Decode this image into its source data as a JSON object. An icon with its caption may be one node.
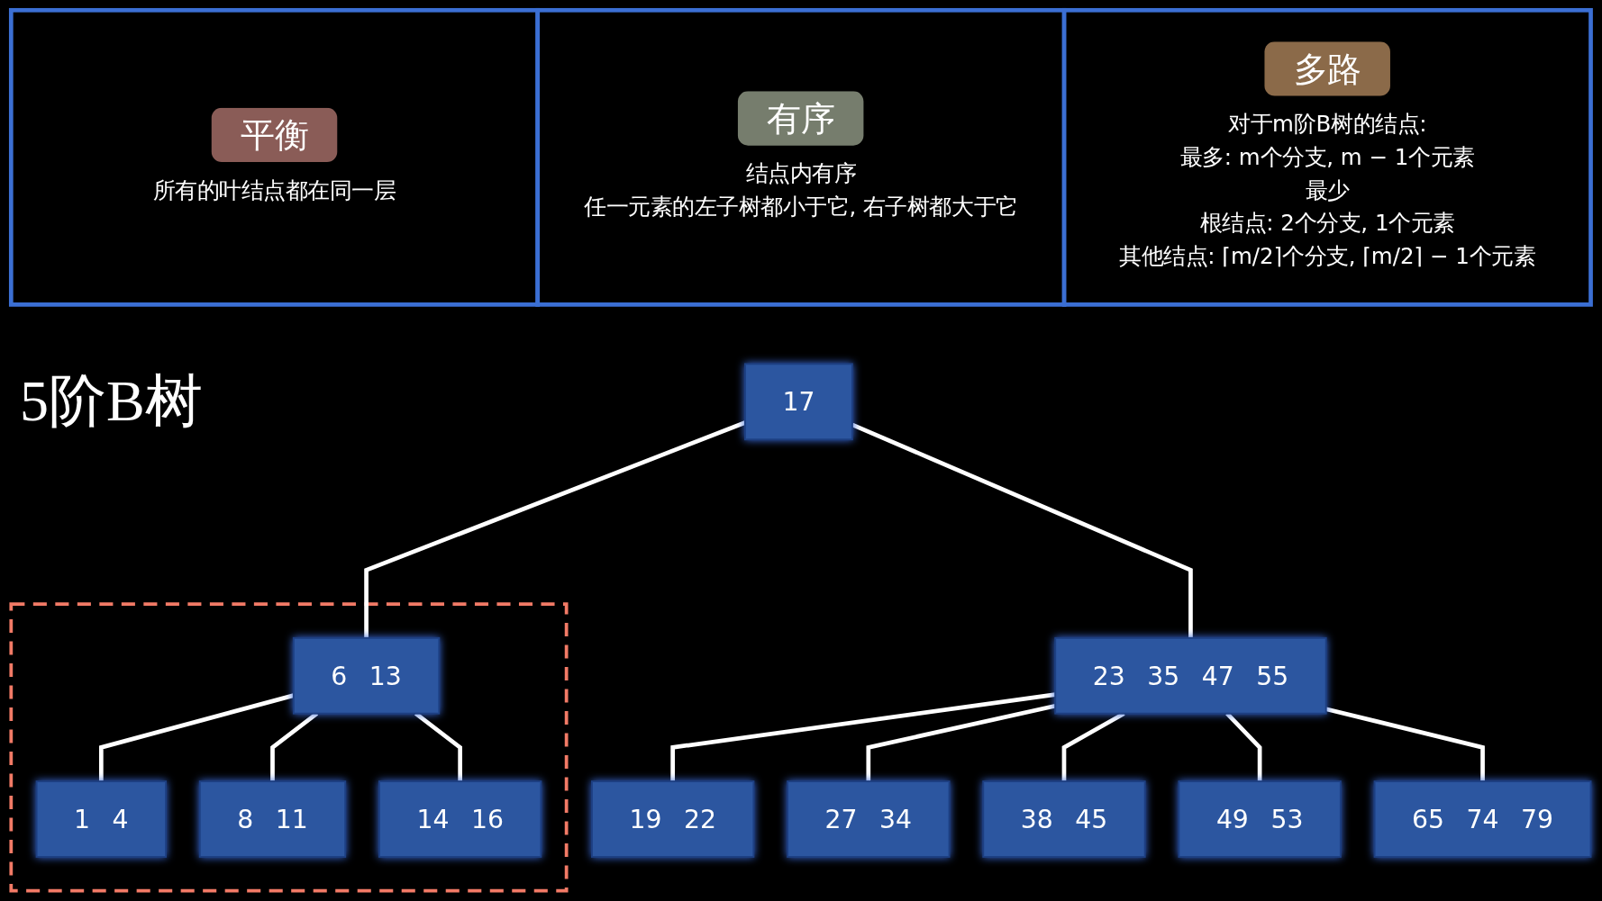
{
  "diagram": {
    "title": "5阶B树",
    "nodes": [
      {
        "text": [
          "平衡",
          "所有的叶结点都在同一层"
        ]
      },
      {
        "text": [
          "有序",
          "结点内有序",
          "任一元素的左子树都小于它, 右子树都大于它"
        ]
      },
      {
        "text": [
          "多路",
          "对于m阶B树的结点:",
          "最多: m个分支, m − 1个元素",
          "最少",
          "根结点: 2个分支, 1个元素",
          "其他结点: ⌈m/2⌉个分支, ⌈m/2⌉ − 1个元素"
        ]
      },
      {
        "text": [
          "17"
        ]
      },
      {
        "text": [],
        "shape": "box"
      },
      {
        "text": [
          "6 13"
        ],
        "in": 4
      },
      {
        "text": [
          "23 35 47 55"
        ]
      },
      {
        "text": [
          "1 4"
        ],
        "in": 4
      },
      {
        "text": [
          "8 11"
        ],
        "in": 4
      },
      {
        "text": [
          "14 16"
        ],
        "in": 4
      },
      {
        "text": [
          "19 22"
        ]
      },
      {
        "text": [
          "27 34"
        ]
      },
      {
        "text": [
          "38 45"
        ]
      },
      {
        "text": [
          "49 53"
        ]
      },
      {
        "text": [
          "65 74 79"
        ]
      }
    ],
    "edges": [
      {
        "from": 3,
        "to": 5,
        "arrow": "none"
      },
      {
        "from": 3,
        "to": 6,
        "arrow": "none"
      },
      {
        "from": 5,
        "to": 7,
        "arrow": "none"
      },
      {
        "from": 5,
        "to": 8,
        "arrow": "none"
      },
      {
        "from": 5,
        "to": 9,
        "arrow": "none"
      },
      {
        "from": 6,
        "to": 10,
        "arrow": "none"
      },
      {
        "from": 6,
        "to": 11,
        "arrow": "none"
      },
      {
        "from": 6,
        "to": 12,
        "arrow": "none"
      },
      {
        "from": 6,
        "to": 13,
        "arrow": "none"
      },
      {
        "from": 6,
        "to": 14,
        "arrow": "none"
      }
    ]
  }
}
